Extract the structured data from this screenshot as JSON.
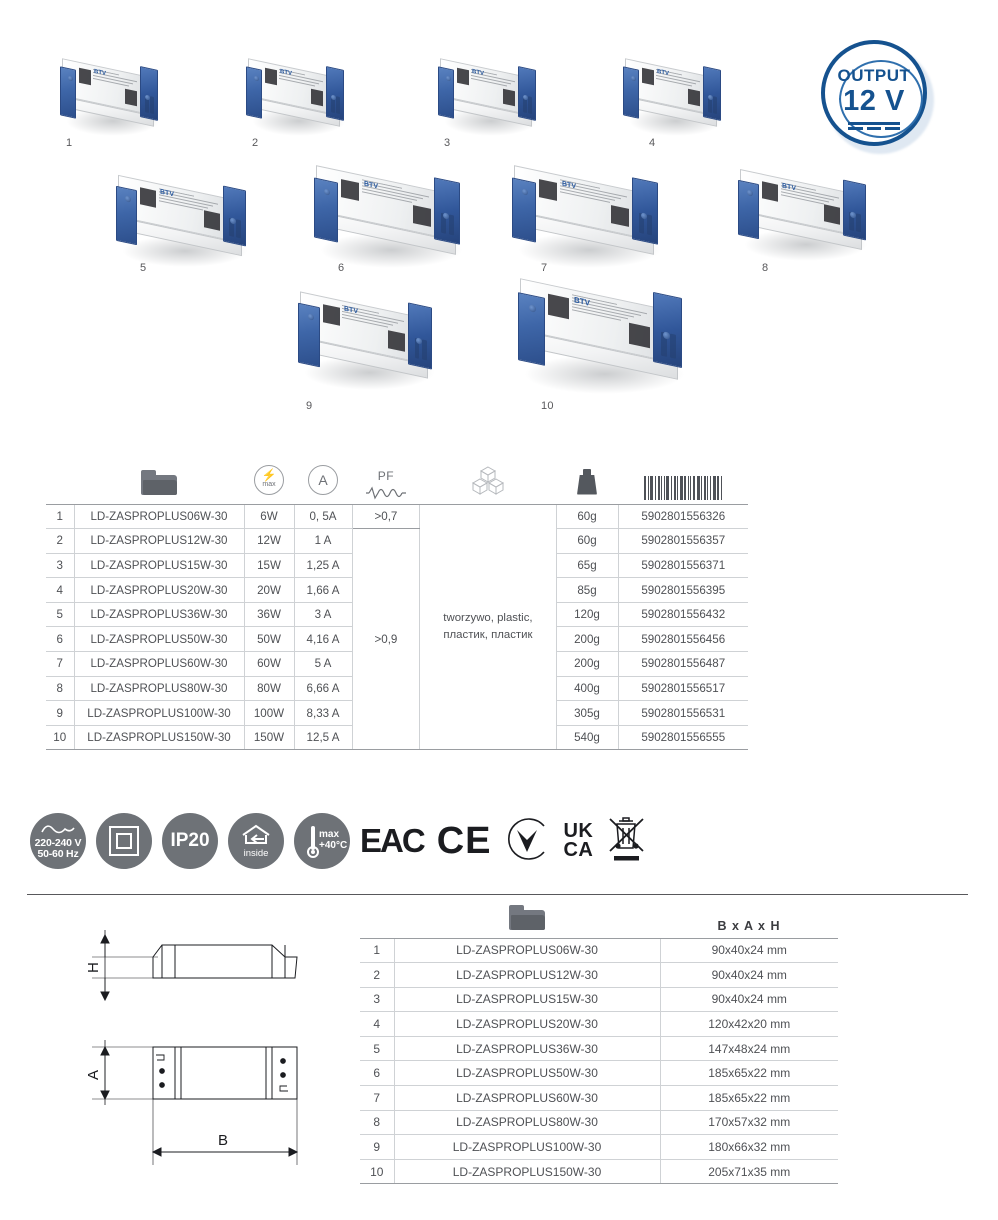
{
  "badge": {
    "output_label": "OUTPUT",
    "voltage": "12 V",
    "dc_symbol": "dc-current-symbol",
    "color": "#15528f"
  },
  "gallery": {
    "name": "product-gallery",
    "items": [
      {
        "num": "1"
      },
      {
        "num": "2"
      },
      {
        "num": "3"
      },
      {
        "num": "4"
      },
      {
        "num": "5"
      },
      {
        "num": "6"
      },
      {
        "num": "7"
      },
      {
        "num": "8"
      },
      {
        "num": "9"
      },
      {
        "num": "10"
      }
    ]
  },
  "spec_table": {
    "headers": {
      "index": "",
      "code": "folder-icon",
      "power": "power-max-icon",
      "current": "ampere-icon",
      "pf": "PF",
      "material": "packaging-cubes-icon",
      "weight": "weight-icon",
      "barcode": "barcode-icon"
    },
    "material_text": "tworzywo, plastic,\nпластик, пластик",
    "material_line1": "tworzywo, plastic,",
    "material_line2": "пластик, пластик",
    "pf_low": ">0,7",
    "pf_high": ">0,9",
    "rows": [
      {
        "idx": "1",
        "code": "LD-ZASPROPLUS06W-30",
        "power": "6W",
        "current": "0, 5A",
        "weight": "60g",
        "barcode": "5902801556326"
      },
      {
        "idx": "2",
        "code": "LD-ZASPROPLUS12W-30",
        "power": "12W",
        "current": "1 A",
        "weight": "60g",
        "barcode": "5902801556357"
      },
      {
        "idx": "3",
        "code": "LD-ZASPROPLUS15W-30",
        "power": "15W",
        "current": "1,25 A",
        "weight": "65g",
        "barcode": "5902801556371"
      },
      {
        "idx": "4",
        "code": "LD-ZASPROPLUS20W-30",
        "power": "20W",
        "current": "1,66 A",
        "weight": "85g",
        "barcode": "5902801556395"
      },
      {
        "idx": "5",
        "code": "LD-ZASPROPLUS36W-30",
        "power": "36W",
        "current": "3 A",
        "weight": "120g",
        "barcode": "5902801556432"
      },
      {
        "idx": "6",
        "code": "LD-ZASPROPLUS50W-30",
        "power": "50W",
        "current": "4,16 A",
        "weight": "200g",
        "barcode": "5902801556456"
      },
      {
        "idx": "7",
        "code": "LD-ZASPROPLUS60W-30",
        "power": "60W",
        "current": "5 A",
        "weight": "200g",
        "barcode": "5902801556487"
      },
      {
        "idx": "8",
        "code": "LD-ZASPROPLUS80W-30",
        "power": "80W",
        "current": "6,66 A",
        "weight": "400g",
        "barcode": "5902801556517"
      },
      {
        "idx": "9",
        "code": "LD-ZASPROPLUS100W-30",
        "power": "100W",
        "current": "8,33 A",
        "weight": "305g",
        "barcode": "5902801556531"
      },
      {
        "idx": "10",
        "code": "LD-ZASPROPLUS150W-30",
        "power": "150W",
        "current": "12,5 A",
        "weight": "540g",
        "barcode": "5902801556555"
      }
    ]
  },
  "certifications": {
    "circle_color": "#6e7277",
    "items": [
      {
        "name": "voltage-frequency-icon",
        "line1": "220-240 V",
        "line2": "50-60 Hz"
      },
      {
        "name": "class-2-double-insulation-icon",
        "line1": "",
        "line2": ""
      },
      {
        "name": "ip20-icon",
        "line1": "IP20",
        "line2": ""
      },
      {
        "name": "indoor-use-icon",
        "line1": "",
        "line2": "inside"
      },
      {
        "name": "max-temperature-icon",
        "line1": "max",
        "line2": "+40°C"
      }
    ],
    "marks": [
      {
        "name": "eac-mark",
        "text": "EAC"
      },
      {
        "name": "ce-mark",
        "text": "CE"
      },
      {
        "name": "ukraine-conformity-mark",
        "text": ""
      },
      {
        "name": "ukca-mark",
        "line1": "UK",
        "line2": "CA"
      },
      {
        "name": "weee-crossed-bin-icon",
        "text": ""
      }
    ]
  },
  "tech_drawing": {
    "name": "dimension-drawing",
    "labels": {
      "height": "H",
      "width": "A",
      "length": "B"
    }
  },
  "dim_table": {
    "headers": {
      "index": "",
      "code": "folder-icon",
      "dims": "B x A x H"
    },
    "rows": [
      {
        "idx": "1",
        "code": "LD-ZASPROPLUS06W-30",
        "dims": "90x40x24 mm"
      },
      {
        "idx": "2",
        "code": "LD-ZASPROPLUS12W-30",
        "dims": "90x40x24 mm"
      },
      {
        "idx": "3",
        "code": "LD-ZASPROPLUS15W-30",
        "dims": "90x40x24 mm"
      },
      {
        "idx": "4",
        "code": "LD-ZASPROPLUS20W-30",
        "dims": "120x42x20 mm"
      },
      {
        "idx": "5",
        "code": "LD-ZASPROPLUS36W-30",
        "dims": "147x48x24 mm"
      },
      {
        "idx": "6",
        "code": "LD-ZASPROPLUS50W-30",
        "dims": "185x65x22 mm"
      },
      {
        "idx": "7",
        "code": "LD-ZASPROPLUS60W-30",
        "dims": "185x65x22 mm"
      },
      {
        "idx": "8",
        "code": "LD-ZASPROPLUS80W-30",
        "dims": "170x57x32 mm"
      },
      {
        "idx": "9",
        "code": "LD-ZASPROPLUS100W-30",
        "dims": "180x66x32 mm"
      },
      {
        "idx": "10",
        "code": "LD-ZASPROPLUS150W-30",
        "dims": "205x71x35 mm"
      }
    ]
  }
}
